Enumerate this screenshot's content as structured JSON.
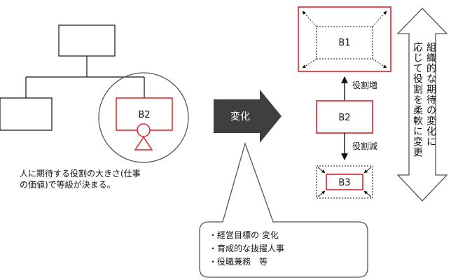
{
  "left": {
    "role_label": "B2",
    "caption_line1": "人に期待する役割の大きさ(仕事",
    "caption_line2": "の価値)で等級が決まる。"
  },
  "change_label": "変化",
  "callout": {
    "items": [
      "・経営目標の 変化",
      "・育成的な抜擢人事",
      "・役職兼務　等"
    ]
  },
  "right": {
    "b1": "B1",
    "b2": "B2",
    "b3": "B3",
    "increase": "役割増",
    "decrease": "役割減",
    "side_line1": "組織的な期待の変化に",
    "side_line2": "応じて役割を柔軟に変更"
  },
  "colors": {
    "accent": "#e01f26",
    "dark_arrow": "#3f3f3f",
    "stroke": "#111111"
  }
}
